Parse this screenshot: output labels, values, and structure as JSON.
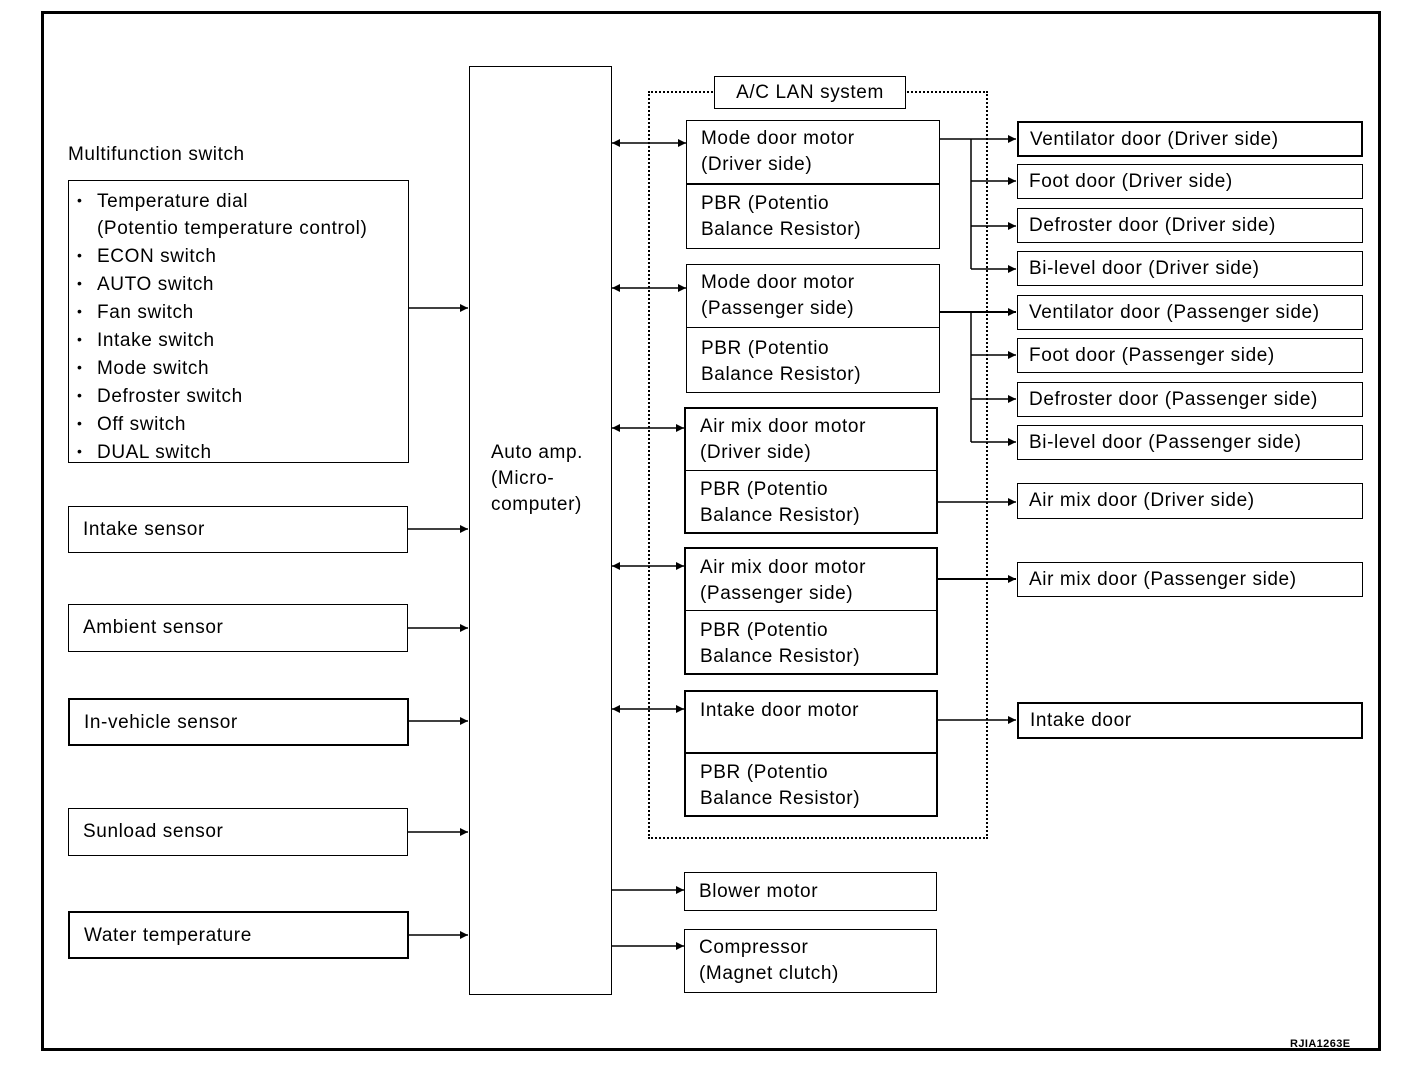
{
  "multifunction_switch": {
    "title": "Multifunction switch",
    "items": [
      {
        "text": "Temperature dial",
        "bullet": true
      },
      {
        "text": "(Potentio temperature control)",
        "bullet": false
      },
      {
        "text": "ECON switch",
        "bullet": true
      },
      {
        "text": "AUTO switch",
        "bullet": true
      },
      {
        "text": "Fan switch",
        "bullet": true
      },
      {
        "text": "Intake switch",
        "bullet": true
      },
      {
        "text": "Mode switch",
        "bullet": true
      },
      {
        "text": "Defroster switch",
        "bullet": true
      },
      {
        "text": "Off switch",
        "bullet": true
      },
      {
        "text": "DUAL switch",
        "bullet": true
      }
    ]
  },
  "sensors": {
    "intake": "Intake sensor",
    "ambient": "Ambient sensor",
    "in_vehicle": "In-vehicle sensor",
    "sunload": "Sunload sensor",
    "water_temp": "Water temperature"
  },
  "auto_amp": {
    "line1": "Auto amp.",
    "line2": "(Micro-",
    "line3": "computer)"
  },
  "lan": {
    "title": "A/C LAN system"
  },
  "motors": {
    "mode_driver": {
      "line1": "Mode door motor",
      "line2": "(Driver side)"
    },
    "mode_pass": {
      "line1": "Mode door motor",
      "line2": "(Passenger side)"
    },
    "airmix_driver": {
      "line1": "Air mix door motor",
      "line2": "(Driver side)"
    },
    "airmix_pass": {
      "line1": "Air mix door motor",
      "line2": "(Passenger side)"
    },
    "intake": {
      "line1": "Intake door motor"
    },
    "pbr_line1": "PBR (Potentio",
    "pbr_line2": "Balance Resistor)"
  },
  "outputs": {
    "blower": "Blower motor",
    "compressor_line1": "Compressor",
    "compressor_line2": "(Magnet clutch)"
  },
  "doors": {
    "vent_driver": "Ventilator door (Driver side)",
    "foot_driver": "Foot door (Driver side)",
    "def_driver": "Defroster door (Driver side)",
    "bilevel_driver": "Bi-level door (Driver side)",
    "vent_pass": "Ventilator door (Passenger side)",
    "foot_pass": "Foot door (Passenger side)",
    "def_pass": "Defroster door (Passenger side)",
    "bilevel_pass": "Bi-level door (Passenger side)",
    "airmix_driver": "Air mix door (Driver side)",
    "airmix_pass": "Air mix door (Passenger side)",
    "intake": "Intake door"
  },
  "figure_code": "RJIA1263E"
}
